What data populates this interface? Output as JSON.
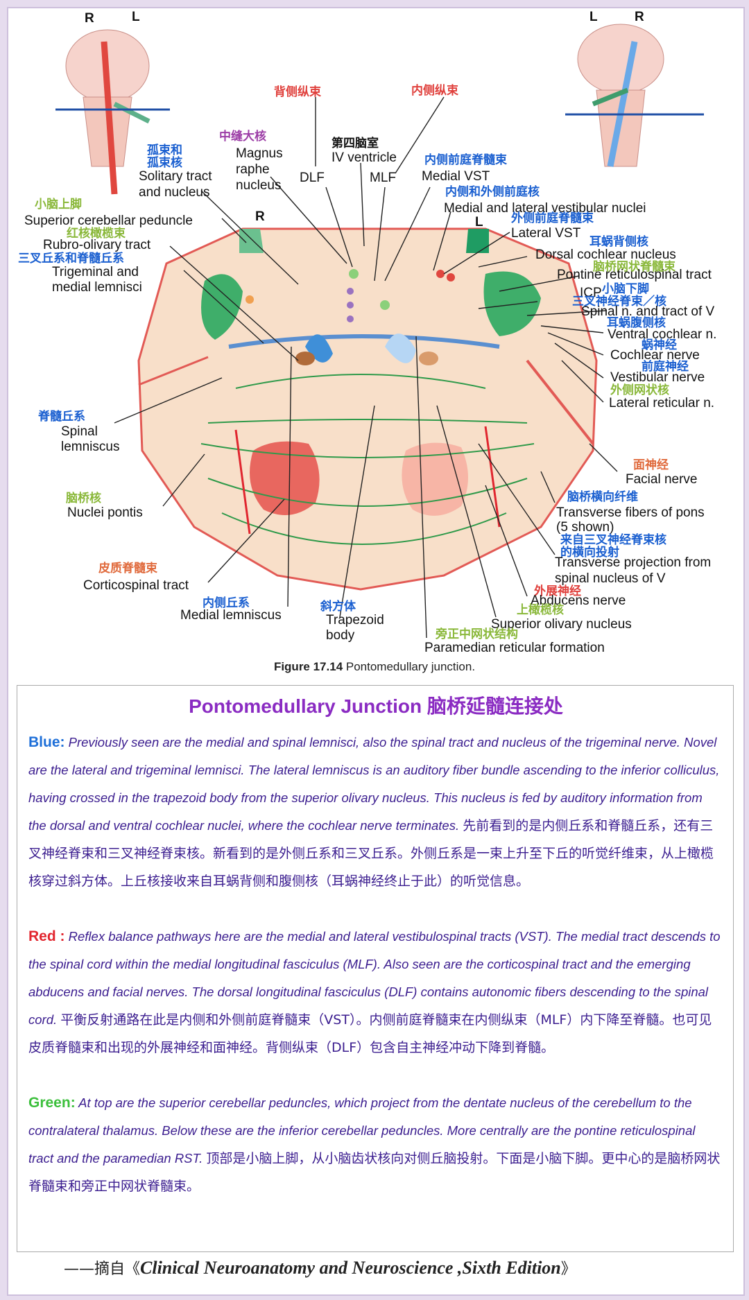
{
  "corner_left": {
    "r": "R",
    "l": "L"
  },
  "corner_right": {
    "l": "L",
    "r": "R"
  },
  "section_marks": {
    "r": "R",
    "l": "L"
  },
  "labels": {
    "dlf_cn": "背侧纵束",
    "mlf_cn": "内侧纵束",
    "raphe_cn": "中缝大核",
    "raphe_en1": "Magnus",
    "raphe_en2": "raphe",
    "raphe_en3": "nucleus",
    "ivv_cn": "第四脑室",
    "ivv_en": "IV ventricle",
    "dlf_en": "DLF",
    "mlf_en": "MLF",
    "solitary_cn1": "孤束和",
    "solitary_cn2": "孤束核",
    "solitary_en1": "Solitary tract",
    "solitary_en2": "and nucleus",
    "mvst_cn": "内侧前庭脊髓束",
    "mvst_en": "Medial VST",
    "vestnuc_cn": "内侧和外侧前庭核",
    "vestnuc_en": "Medial and lateral vestibular nuclei",
    "lvst_cn": "外侧前庭脊髓束",
    "lvst_en": "Lateral VST",
    "scp_cn": "小脑上脚",
    "scp_en": "Superior cerebellar peduncle",
    "rubro_cn": "红核橄榄束",
    "rubro_en": "Rubro-olivary tract",
    "trig_cn": "三叉丘系和脊髓丘系",
    "trig_en1": "Trigeminal and",
    "trig_en2": "medial lemnisci",
    "dcn_cn": "耳蜗背侧核",
    "dcn_en": "Dorsal cochlear nucleus",
    "prst_cn": "脑桥网状脊髓束",
    "prst_en": "Pontine reticulospinal tract",
    "icp_en": "ICP",
    "icp_cn": "小脑下脚",
    "spv_cn": "三叉神经脊束／核",
    "spv_en": "Spinal n. and tract of V",
    "vcn_cn": "耳蜗腹侧核",
    "vcn_en": "Ventral cochlear n.",
    "coch_cn": "蜗神经",
    "coch_en": "Cochlear nerve",
    "vestn_cn": "前庭神经",
    "vestn_en": "Vestibular nerve",
    "latret_cn": "外侧网状核",
    "latret_en": "Lateral reticular n.",
    "spinal_cn": "脊髓丘系",
    "spinal_en1": "Spinal",
    "spinal_en2": "lemniscus",
    "facial_cn": "面神经",
    "facial_en": "Facial nerve",
    "pontis_cn": "脑桥核",
    "pontis_en": "Nuclei pontis",
    "transverse_cn": "脑桥横向纤维",
    "transverse_en1": "Transverse fibers of pons",
    "transverse_en2": "(5 shown)",
    "tproj_cn1": "来自三叉神经脊束核",
    "tproj_cn2": "的横向投射",
    "tproj_en1": "Transverse projection from",
    "tproj_en2": "spinal nucleus of V",
    "cst_cn": "皮质脊髓束",
    "cst_en": "Corticospinal tract",
    "ml_cn": "内侧丘系",
    "ml_en": "Medial lemniscus",
    "trap_cn": "斜方体",
    "trap_en1": "Trapezoid",
    "trap_en2": "body",
    "abd_cn": "外展神经",
    "abd_en": "Abducens nerve",
    "son_cn": "上橄榄核",
    "son_en": "Superior olivary nucleus",
    "prf_cn": "旁正中网状结构",
    "prf_en": "Paramedian reticular formation"
  },
  "caption": {
    "label": "Figure 17.14",
    "text": " Pontomedullary junction."
  },
  "textbox": {
    "title": "Pontomedullary Junction 脑桥延髓连接处",
    "blue_key": "Blue:",
    "blue_en": "Previously seen are the medial and spinal lemnisci, also the spinal tract and nucleus of the trigeminal nerve. Novel are the lateral and trigeminal lemnisci. The lateral lemniscus is an auditory fiber bundle ascending to the inferior colliculus, having crossed in the trapezoid body from the superior olivary nucleus. This nucleus is fed by auditory information from the dorsal and ventral cochlear nuclei, where the cochlear nerve terminates.",
    "blue_cn": "先前看到的是内侧丘系和脊髓丘系，还有三叉神经脊束和三叉神经脊束核。新看到的是外侧丘系和三叉丘系。外侧丘系是一束上升至下丘的听觉纤维束，从上橄榄核穿过斜方体。上丘核接收来自耳蜗背侧和腹侧核（耳蜗神经终止于此）的听觉信息。",
    "red_key": "Red :",
    "red_en": "Reflex balance pathways here are the medial and lateral vestibulospinal tracts (VST). The medial tract descends to the spinal cord within the medial longitudinal fasciculus (MLF). Also seen are the corticospinal tract and the emerging abducens and facial nerves. The dorsal longitudinal fasciculus (DLF) contains autonomic fibers descending to the spinal cord.",
    "red_cn": "平衡反射通路在此是内侧和外侧前庭脊髓束（VST）。内侧前庭脊髓束在内侧纵束（MLF）内下降至脊髓。也可见皮质脊髓束和出现的外展神经和面神经。背侧纵束（DLF）包含自主神经冲动下降到脊髓。",
    "green_key": "Green:",
    "green_en": "At top are the superior cerebellar peduncles, which project from the dentate nucleus of the cerebellum to the contralateral thalamus. Below these are the inferior cerebellar peduncles. More centrally are the pontine reticulospinal tract and the paramedian RST.",
    "green_cn": "顶部是小脑上脚，从小脑齿状核向对侧丘脑投射。下面是小脑下脚。更中心的是脑桥网状脊髓束和旁正中网状脊髓束。"
  },
  "source": {
    "prefix": "——摘自《",
    "title": "Clinical Neuroanatomy and Neuroscience ,Sixth Edition",
    "suffix": "》"
  },
  "colors": {
    "tissue": "#f8dfc9",
    "outline": "#e25a55",
    "green_region": "#3fae6a",
    "blue_tract": "#3f8fd8",
    "corticospinal": "#e8675f",
    "title_purple": "#8a2bc2",
    "body_text": "#3b1d8f"
  }
}
